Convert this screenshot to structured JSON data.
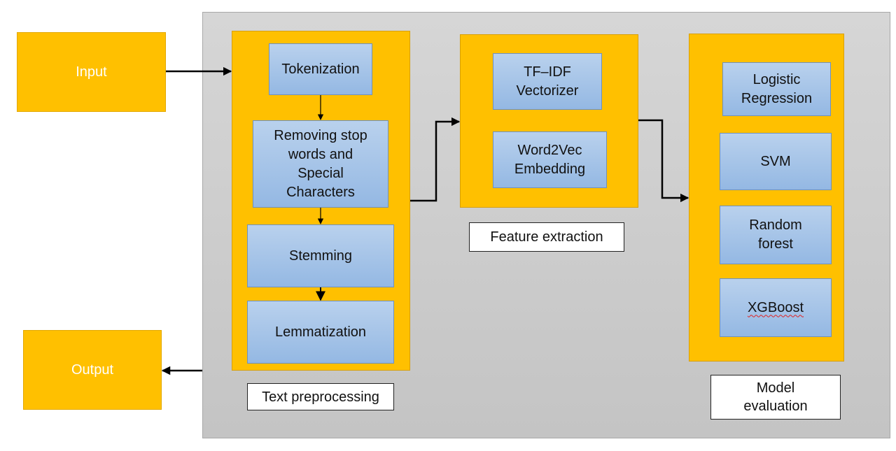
{
  "io": {
    "input": "Input",
    "output": "Output"
  },
  "preprocessing": {
    "steps": [
      "Tokenization",
      "Removing stop\nwords and\nSpecial\nCharacters",
      "Stemming",
      "Lemmatization"
    ],
    "caption": "Text preprocessing"
  },
  "features": {
    "methods": [
      "TF–IDF\nVectorizer",
      "Word2Vec\nEmbedding"
    ],
    "caption": "Feature extraction"
  },
  "models": {
    "items": [
      "Logistic\nRegression",
      "SVM",
      "Random\nforest",
      "XGBoost"
    ],
    "caption": "Model\nevaluation"
  },
  "colors": {
    "stage_fill": "#ffc000",
    "step_fill": "#9dbfe6",
    "panel_fill": "#cccccc",
    "arrow": "#000000"
  }
}
